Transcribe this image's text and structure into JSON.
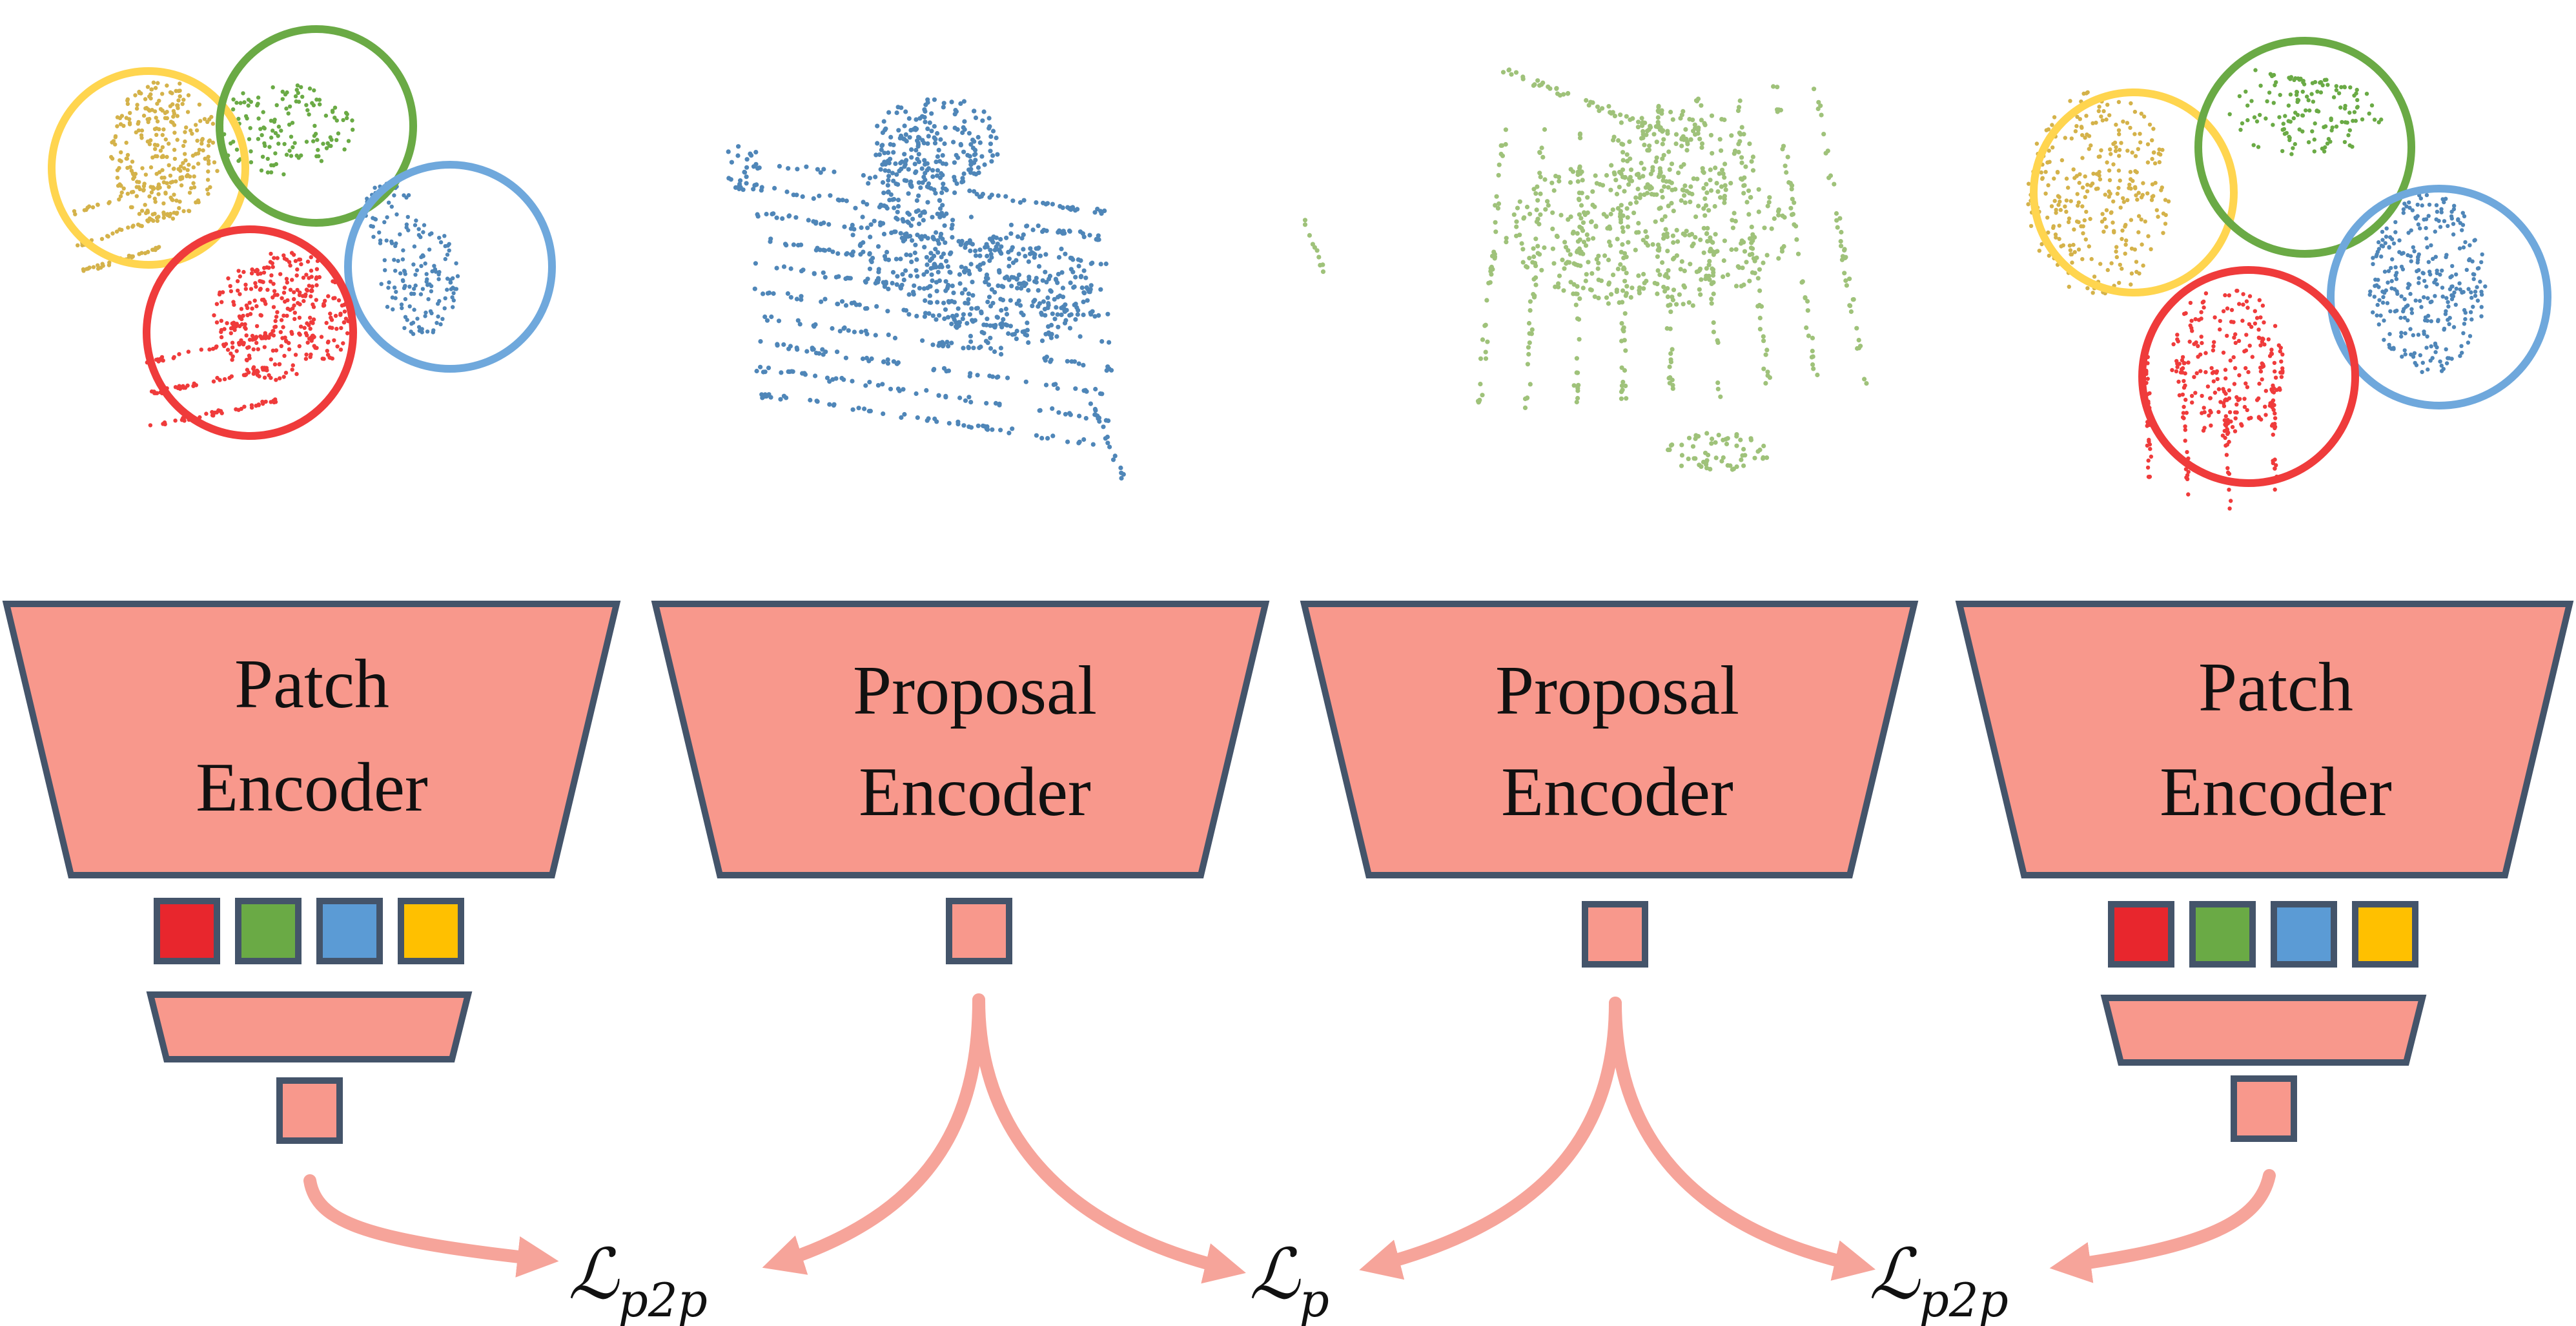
{
  "colors": {
    "encoder_fill": "#F8988C",
    "outline": "#44546A",
    "arrow": "#F6A49A",
    "patch_red": "#E8262D",
    "patch_green": "#6AAA45",
    "patch_blue": "#5B9BD5",
    "patch_yellow": "#FFC000",
    "circle_yellow": "#FFD54F",
    "circle_green": "#6AAA45",
    "circle_blue": "#6FA8DC",
    "circle_red": "#EF3B3B",
    "points_blue": "#4F86B8",
    "points_green": "#9FC27A"
  },
  "encoders": [
    {
      "line1": "Patch",
      "line2": "Encoder"
    },
    {
      "line1": "Proposal",
      "line2": "Encoder"
    },
    {
      "line1": "Proposal",
      "line2": "Encoder"
    },
    {
      "line1": "Patch",
      "line2": "Encoder"
    }
  ],
  "losses": [
    {
      "script": "ℒ",
      "subscript": "p2p"
    },
    {
      "script": "ℒ",
      "subscript": "p"
    },
    {
      "script": "ℒ",
      "subscript": "p2p"
    }
  ]
}
